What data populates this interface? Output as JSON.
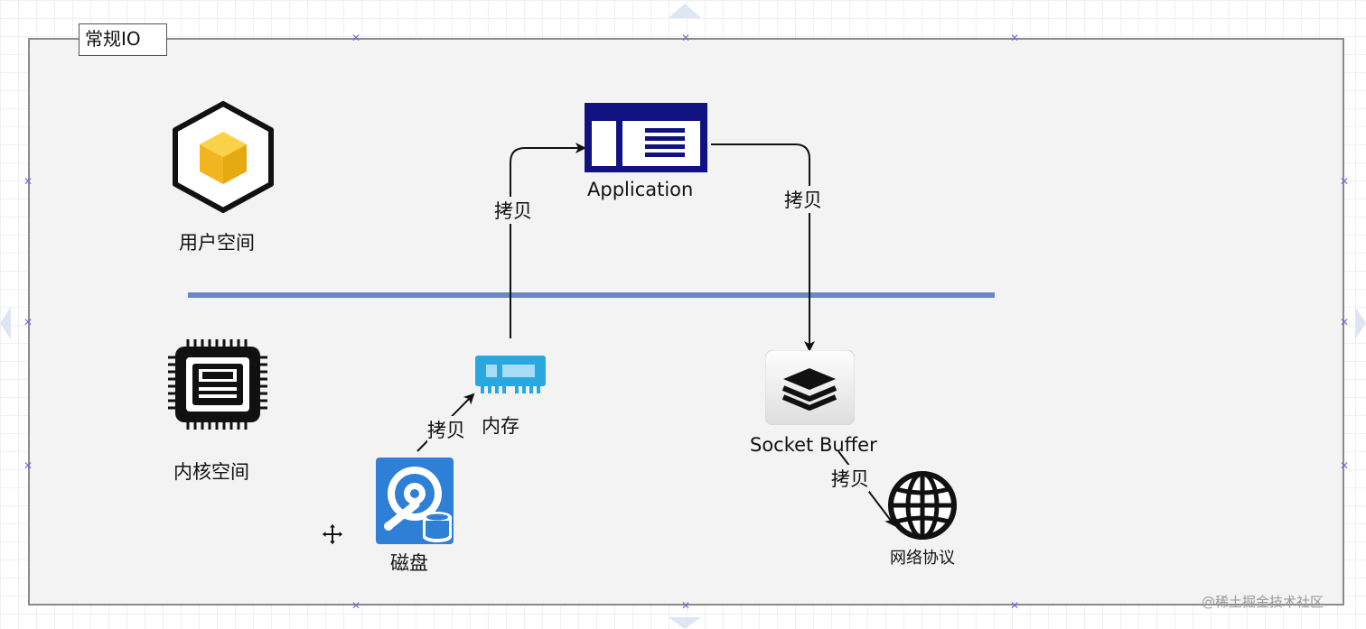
{
  "frame": {
    "title": "常规IO"
  },
  "nodes": {
    "user_space": "用户空间",
    "kernel_space": "内核空间",
    "application": "Application",
    "memory": "内存",
    "disk": "磁盘",
    "socket_buffer": "Socket Buffer",
    "network": "网络协议"
  },
  "edges": {
    "memory_to_app": "拷贝",
    "app_to_socket": "拷贝",
    "disk_to_memory": "拷贝",
    "socket_to_network": "拷贝"
  },
  "watermark": "@稀土掘金技术社区",
  "colors": {
    "app_navy": "#10137f",
    "divider": "#6b88c4",
    "user_cube": "#f7c531",
    "disk_blue": "#2f7fd6",
    "mem_cyan": "#29a8e0"
  },
  "icons": [
    "cube-icon",
    "cpu-chip-icon",
    "application-window-icon",
    "memory-module-icon",
    "hard-disk-icon",
    "stack-layers-icon",
    "globe-icon",
    "move-cursor-icon"
  ]
}
